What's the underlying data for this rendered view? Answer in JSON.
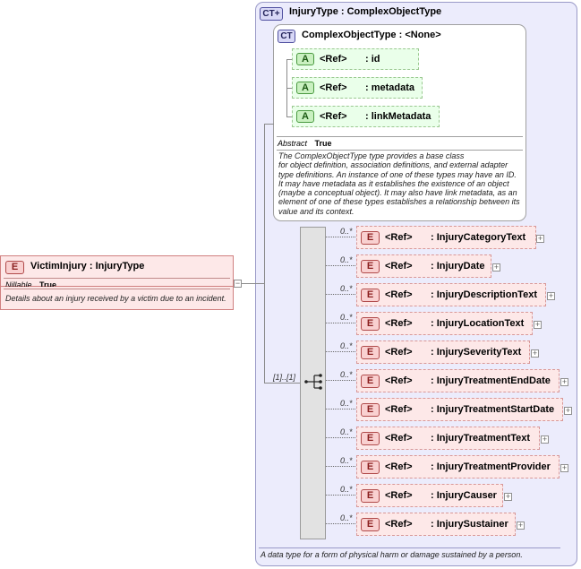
{
  "outer_type": {
    "badge": "CT",
    "name": "InjuryType",
    "sep": ":",
    "base": "ComplexObjectType",
    "description": "A data type for a form of physical harm or damage sustained by a person."
  },
  "inner_type": {
    "badge": "CT",
    "name": "ComplexObjectType",
    "sep": ":",
    "base": "<None>",
    "abstract_label": "Abstract",
    "abstract_value": "True",
    "description_lines": [
      "The ComplexObjectType type provides a base class",
      "for object definition, association definitions, and external adapter",
      "type definitions. An instance of one of these types may have an ID.",
      "It may have metadata as it establishes the existence of an object",
      "(maybe a conceptual object). It may also have link metadata, as an",
      "element of one of these types establishes a relationship between its",
      "value and its context."
    ]
  },
  "attributes": [
    {
      "badge": "A",
      "ref": "<Ref>",
      "name": ": id"
    },
    {
      "badge": "A",
      "ref": "<Ref>",
      "name": ": metadata"
    },
    {
      "badge": "A",
      "ref": "<Ref>",
      "name": ": linkMetadata"
    }
  ],
  "root_element": {
    "badge": "E",
    "name": "VictimInjury",
    "sep": ":",
    "type": "InjuryType",
    "nillable_label": "Nillable",
    "nillable_value": "True",
    "description": "Details about an injury received by a victim due to an incident."
  },
  "sequence": {
    "cardinality": "[1]..[1]"
  },
  "elements": [
    {
      "card": "0..*",
      "badge": "E",
      "ref": "<Ref>",
      "name": ": InjuryCategoryText"
    },
    {
      "card": "0..*",
      "badge": "E",
      "ref": "<Ref>",
      "name": ": InjuryDate"
    },
    {
      "card": "0..*",
      "badge": "E",
      "ref": "<Ref>",
      "name": ": InjuryDescriptionText"
    },
    {
      "card": "0..*",
      "badge": "E",
      "ref": "<Ref>",
      "name": ": InjuryLocationText"
    },
    {
      "card": "0..*",
      "badge": "E",
      "ref": "<Ref>",
      "name": ": InjurySeverityText"
    },
    {
      "card": "0..*",
      "badge": "E",
      "ref": "<Ref>",
      "name": ": InjuryTreatmentEndDate"
    },
    {
      "card": "0..*",
      "badge": "E",
      "ref": "<Ref>",
      "name": ": InjuryTreatmentStartDate"
    },
    {
      "card": "0..*",
      "badge": "E",
      "ref": "<Ref>",
      "name": ": InjuryTreatmentText"
    },
    {
      "card": "0..*",
      "badge": "E",
      "ref": "<Ref>",
      "name": ": InjuryTreatmentProvider"
    },
    {
      "card": "0..*",
      "badge": "E",
      "ref": "<Ref>",
      "name": ": InjuryCauser"
    },
    {
      "card": "0..*",
      "badge": "E",
      "ref": "<Ref>",
      "name": ": InjurySustainer"
    }
  ],
  "icons": {
    "plus": "+",
    "minus": "−",
    "expand_icon": "ct-expand-icon",
    "sequence_icon": "sequence-icon"
  }
}
